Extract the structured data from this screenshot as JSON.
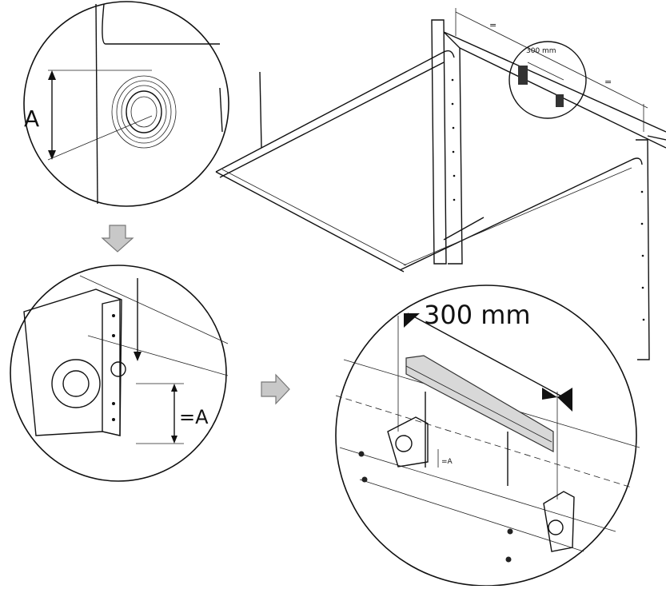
{
  "labels": {
    "dim_a": "A",
    "dim_equal_a_large": "=A",
    "dim_equal_a_small": "=A",
    "dim_300_large": "300 mm",
    "dim_300_small": "300 mm",
    "equal_sign_1": "=",
    "equal_sign_2": "="
  },
  "colors": {
    "line": "#111111",
    "arrow_fill": "#c8c8c8",
    "background": "#ffffff"
  }
}
